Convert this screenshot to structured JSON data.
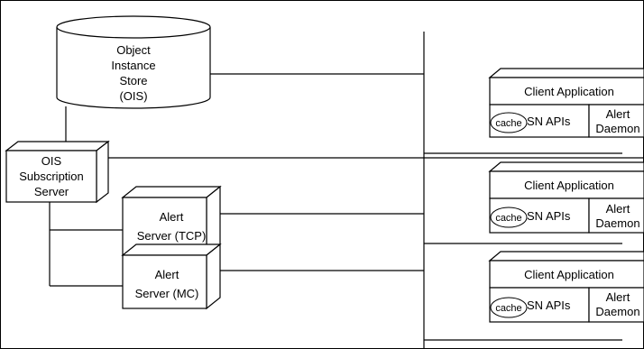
{
  "ois_store": {
    "lines": [
      "Object",
      "Instance",
      "Store",
      "(OIS)"
    ]
  },
  "subscription_server": {
    "lines": [
      "OIS",
      "Subscription",
      "Server"
    ]
  },
  "alert_servers": [
    {
      "lines": [
        "Alert",
        "Server (TCP)"
      ]
    },
    {
      "lines": [
        "Alert",
        "Server (MC)"
      ]
    }
  ],
  "client_applications": [
    {
      "title": "Client Application",
      "cache": "cache",
      "apis": "SN APIs",
      "daemon_lines": [
        "Alert",
        "Daemon"
      ]
    },
    {
      "title": "Client Application",
      "cache": "cache",
      "apis": "SN APIs",
      "daemon_lines": [
        "Alert",
        "Daemon"
      ]
    },
    {
      "title": "Client Application",
      "cache": "cache",
      "apis": "SN APIs",
      "daemon_lines": [
        "Alert",
        "Daemon"
      ]
    }
  ],
  "colors": {
    "stroke": "#000000",
    "fill": "#ffffff"
  }
}
